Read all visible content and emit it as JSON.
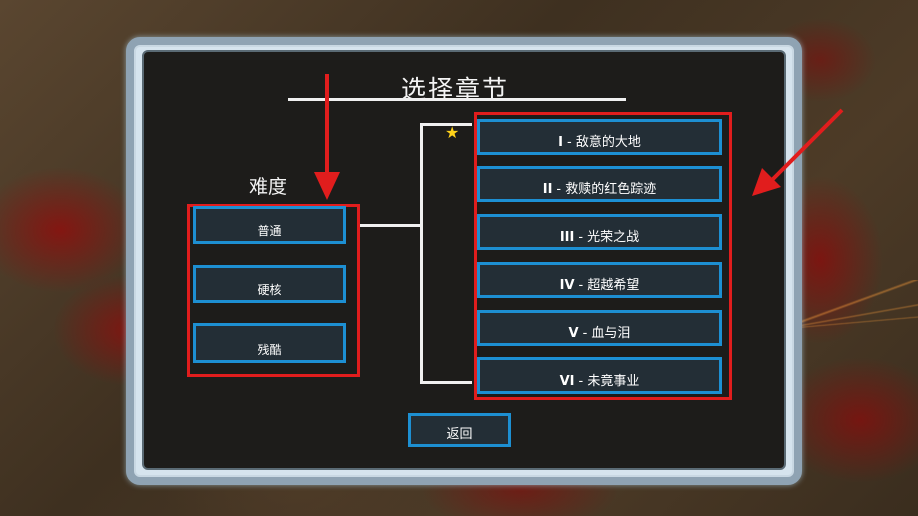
{
  "screen_title": "选择章节",
  "difficulty": {
    "label": "难度",
    "options": [
      "普通",
      "硬核",
      "残酷"
    ]
  },
  "chapters": [
    {
      "numeral": "I",
      "name": "- 敌意的大地"
    },
    {
      "numeral": "II",
      "name": "- 救赎的红色踪迹"
    },
    {
      "numeral": "III",
      "name": "- 光荣之战"
    },
    {
      "numeral": "IV",
      "name": "- 超越希望"
    },
    {
      "numeral": "V",
      "name": "- 血与泪"
    },
    {
      "numeral": "VI",
      "name": "- 未竟事业"
    }
  ],
  "back_label": "返回",
  "colors": {
    "highlight_red": "#e11d1d",
    "button_border": "#1d8fd2",
    "button_bg": "#232e36",
    "star": "#ffd21a"
  },
  "icons": [
    "star-icon",
    "arrow-down-icon",
    "arrow-pointer-icon"
  ]
}
